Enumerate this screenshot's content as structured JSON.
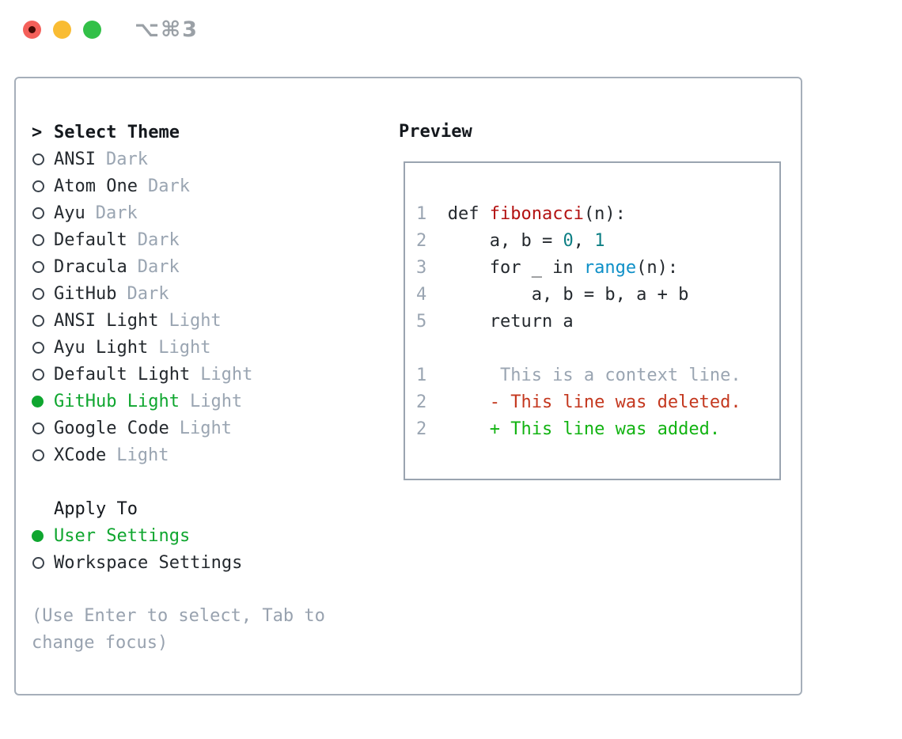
{
  "window": {
    "title": "⌥⌘3",
    "traffic_lights": [
      {
        "name": "close-button",
        "color": "#f4605a"
      },
      {
        "name": "minimize-button",
        "color": "#f9bc33"
      },
      {
        "name": "zoom-button",
        "color": "#32c048"
      }
    ]
  },
  "theme_picker": {
    "header_prefix": ">",
    "header": "Select Theme",
    "items": [
      {
        "name": "ANSI",
        "tag": "Dark",
        "selected": false
      },
      {
        "name": "Atom One",
        "tag": "Dark",
        "selected": false
      },
      {
        "name": "Ayu",
        "tag": "Dark",
        "selected": false
      },
      {
        "name": "Default",
        "tag": "Dark",
        "selected": false
      },
      {
        "name": "Dracula",
        "tag": "Dark",
        "selected": false
      },
      {
        "name": "GitHub",
        "tag": "Dark",
        "selected": false
      },
      {
        "name": "ANSI Light",
        "tag": "Light",
        "selected": false
      },
      {
        "name": "Ayu Light",
        "tag": "Light",
        "selected": false
      },
      {
        "name": "Default Light",
        "tag": "Light",
        "selected": false
      },
      {
        "name": "GitHub Light",
        "tag": "Light",
        "selected": true
      },
      {
        "name": "Google Code",
        "tag": "Light",
        "selected": false
      },
      {
        "name": "XCode",
        "tag": "Light",
        "selected": false
      }
    ]
  },
  "apply_to": {
    "header": "Apply To",
    "options": [
      {
        "name": "User Settings",
        "selected": true
      },
      {
        "name": "Workspace Settings",
        "selected": false
      }
    ]
  },
  "hint": {
    "line1": "(Use Enter to select, Tab to",
    "line2": "change focus)"
  },
  "preview": {
    "header": "Preview",
    "code_lines": [
      {
        "num": "1",
        "tokens": [
          [
            "def ",
            "fg"
          ],
          [
            "fibonacci",
            "func"
          ],
          [
            "(n):",
            "fg"
          ]
        ]
      },
      {
        "num": "2",
        "tokens": [
          [
            "    a, b = ",
            "fg"
          ],
          [
            "0",
            "num"
          ],
          [
            ", ",
            "fg"
          ],
          [
            "1",
            "num"
          ]
        ]
      },
      {
        "num": "3",
        "tokens": [
          [
            "    for _ in ",
            "fg"
          ],
          [
            "range",
            "builtin"
          ],
          [
            "(n):",
            "fg"
          ]
        ]
      },
      {
        "num": "4",
        "tokens": [
          [
            "        a, b = b, a + b",
            "fg"
          ]
        ]
      },
      {
        "num": "5",
        "tokens": [
          [
            "    return a",
            "fg"
          ]
        ]
      }
    ],
    "diff_lines": [
      {
        "num": "1",
        "tokens": [
          [
            "     This is a context line.",
            "gray"
          ]
        ]
      },
      {
        "num": "2",
        "tokens": [
          [
            "    - This line was deleted.",
            "del"
          ]
        ]
      },
      {
        "num": "2",
        "tokens": [
          [
            "    + This line was added.",
            "add"
          ]
        ]
      }
    ]
  },
  "colors": {
    "fg": "#24292e",
    "gray": "#9aa5b2",
    "func": "#b31212",
    "num": "#0d7f84",
    "builtin": "#0d8fc7",
    "del": "#c4381f",
    "add": "#12b312",
    "selection_green": "#0fa62f",
    "panel_border": "#a6afba",
    "title_gray": "#9aa0a6"
  }
}
